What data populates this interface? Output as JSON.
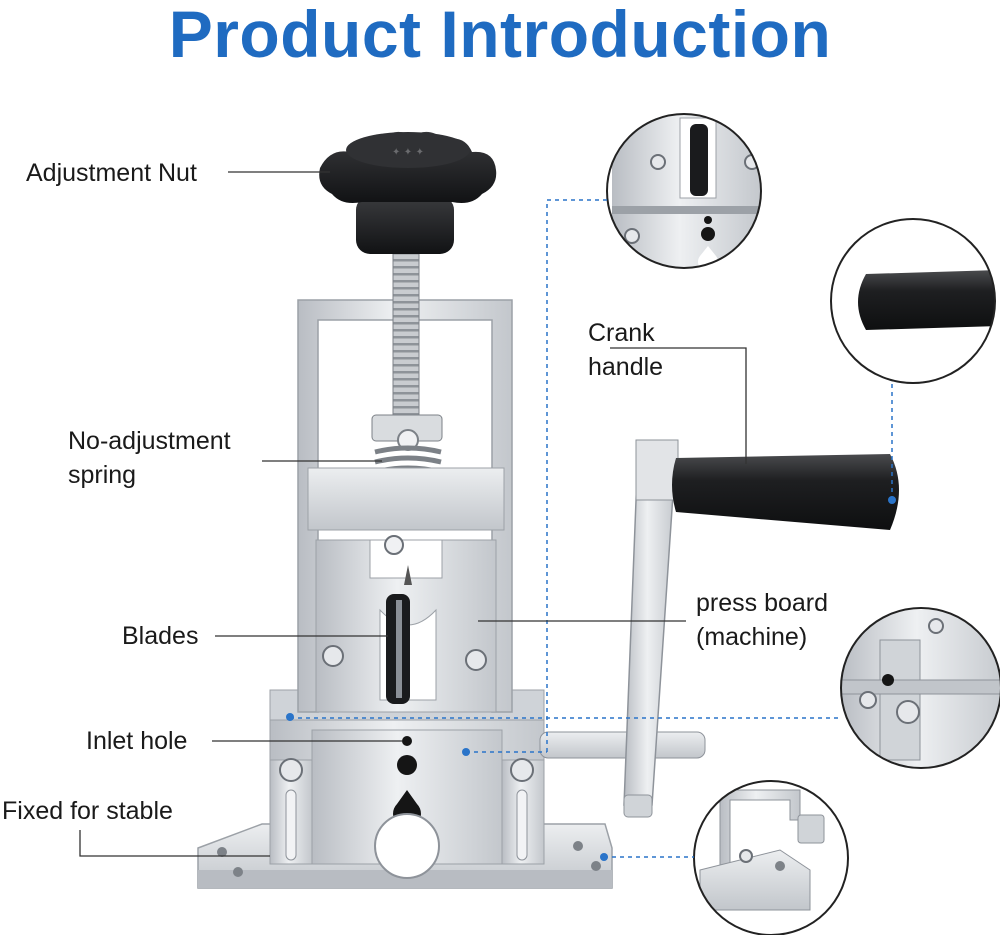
{
  "title": "Product Introduction",
  "labels": {
    "adjustment_nut": "Adjustment Nut",
    "spring_line1": "No-adjustment",
    "spring_line2": "spring",
    "blades": "Blades",
    "inlet_hole": "Inlet hole",
    "fixed_for_stable": "Fixed for stable",
    "crank_line1": "Crank",
    "crank_line2": "handle",
    "press_line1": "press board",
    "press_line2": "(machine)"
  },
  "colors": {
    "title": "#1f6bc1",
    "metal": "#d7dadf",
    "metal_dark": "#a8adb4",
    "knob": "#1b1c1e",
    "dot": "#2a74c9",
    "leader": "#333333"
  }
}
